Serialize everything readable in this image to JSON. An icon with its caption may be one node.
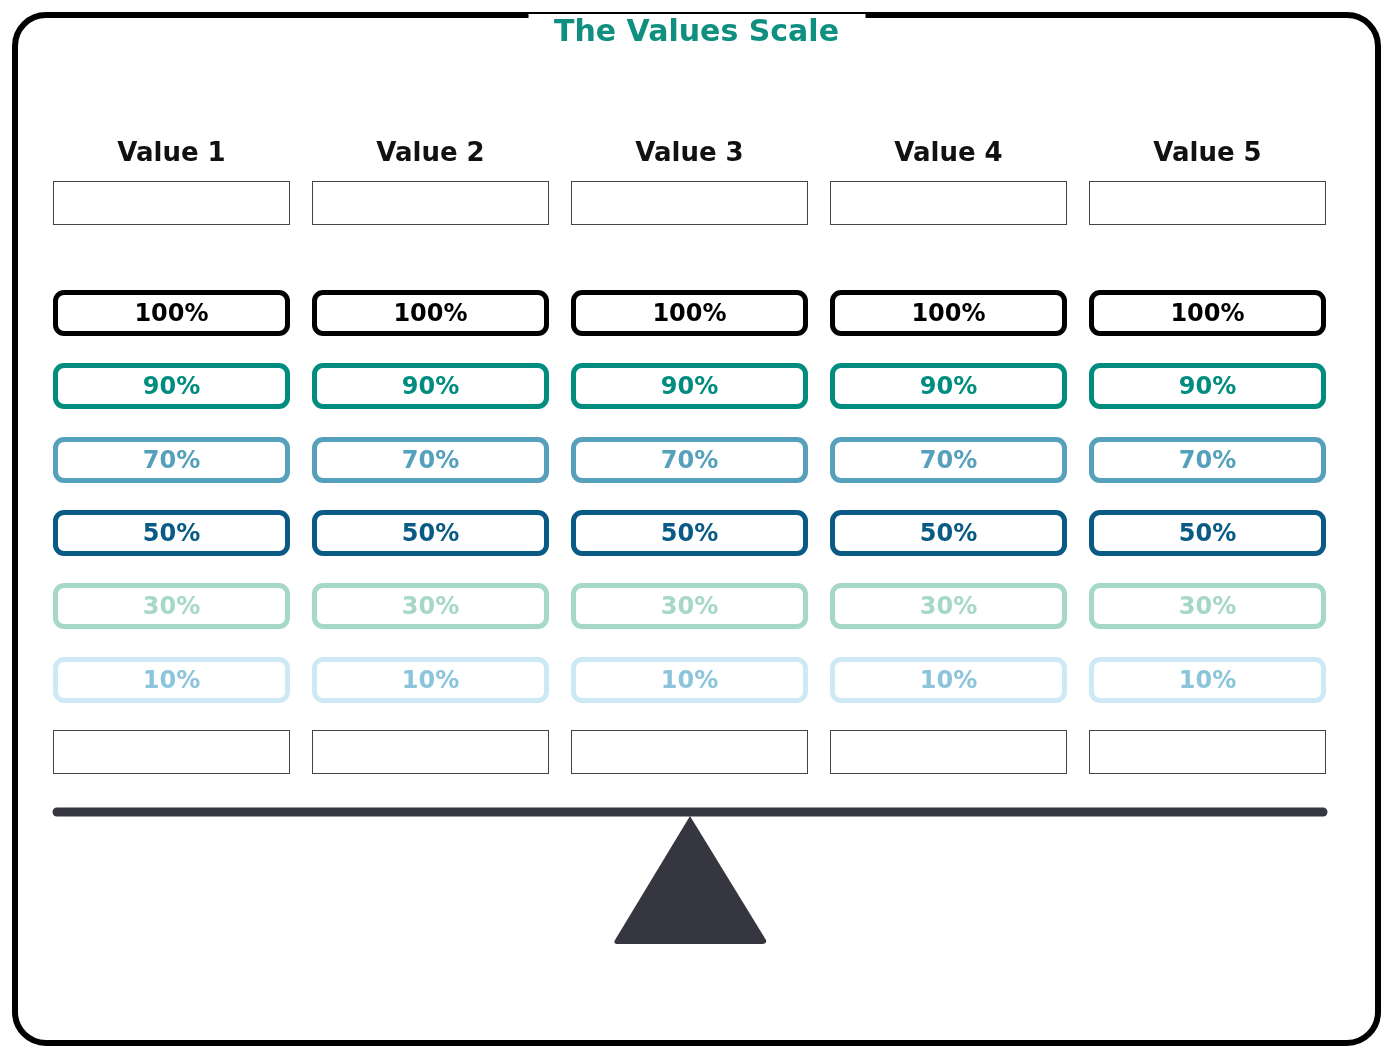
{
  "diagram": {
    "title": "The Values Scale",
    "nodes": [
      {
        "text": [
          "Value 1"
        ]
      },
      {
        "text": [
          "Value 2"
        ]
      },
      {
        "text": [
          "Value 3"
        ]
      },
      {
        "text": [
          "Value 4"
        ]
      },
      {
        "text": [
          "Value 5"
        ]
      },
      {
        "text": [
          "100%"
        ]
      },
      {
        "text": [
          "100%"
        ]
      },
      {
        "text": [
          "100%"
        ]
      },
      {
        "text": [
          "100%"
        ]
      },
      {
        "text": [
          "100%"
        ]
      },
      {
        "text": [
          "90%"
        ]
      },
      {
        "text": [
          "90%"
        ]
      },
      {
        "text": [
          "90%"
        ]
      },
      {
        "text": [
          "90%"
        ]
      },
      {
        "text": [
          "90%"
        ]
      },
      {
        "text": [
          "70%"
        ]
      },
      {
        "text": [
          "70%"
        ]
      },
      {
        "text": [
          "70%"
        ]
      },
      {
        "text": [
          "70%"
        ]
      },
      {
        "text": [
          "70%"
        ]
      },
      {
        "text": [
          "50%"
        ]
      },
      {
        "text": [
          "50%"
        ]
      },
      {
        "text": [
          "50%"
        ]
      },
      {
        "text": [
          "50%"
        ]
      },
      {
        "text": [
          "50%"
        ]
      },
      {
        "text": [
          "30%"
        ]
      },
      {
        "text": [
          "30%"
        ]
      },
      {
        "text": [
          "30%"
        ]
      },
      {
        "text": [
          "30%"
        ]
      },
      {
        "text": [
          "30%"
        ]
      },
      {
        "text": [
          "10%"
        ]
      },
      {
        "text": [
          "10%"
        ]
      },
      {
        "text": [
          "10%"
        ]
      },
      {
        "text": [
          "10%"
        ]
      },
      {
        "text": [
          "10%"
        ]
      },
      {
        "text": [],
        "shape": "box"
      },
      {
        "text": [],
        "shape": "box"
      },
      {
        "text": [],
        "shape": "box"
      },
      {
        "text": [],
        "shape": "box"
      },
      {
        "text": [],
        "shape": "box"
      }
    ]
  }
}
